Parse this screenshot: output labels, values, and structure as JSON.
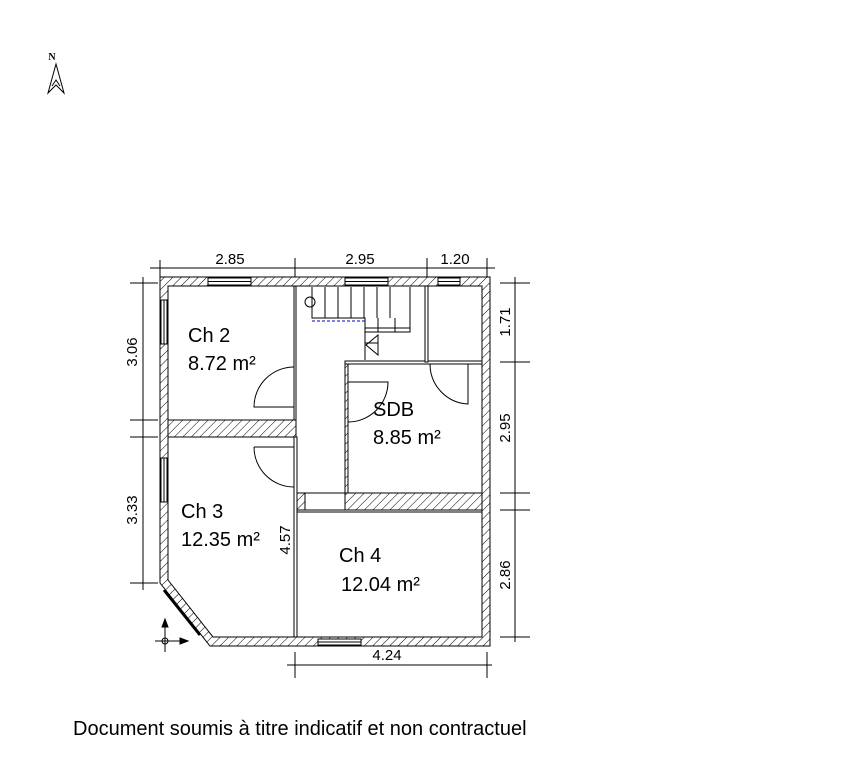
{
  "north_label": "N",
  "rooms": [
    {
      "name": "Ch 2",
      "area": "8.72 m²"
    },
    {
      "name": "SDB",
      "area": "8.85 m²"
    },
    {
      "name": "Ch 3",
      "area": "12.35 m²"
    },
    {
      "name": "Ch 4",
      "area": "12.04 m²"
    }
  ],
  "dimensions": {
    "top": [
      "2.85",
      "2.95",
      "1.20"
    ],
    "left": [
      "3.06",
      "3.33"
    ],
    "right": [
      "1.71",
      "2.95",
      "2.86"
    ],
    "bottom": "4.24",
    "inner": "4.57"
  },
  "footer": "Document soumis à titre indicatif et non contractuel",
  "colors": {
    "line": "#000000",
    "stair_marker": "#0000cc"
  }
}
